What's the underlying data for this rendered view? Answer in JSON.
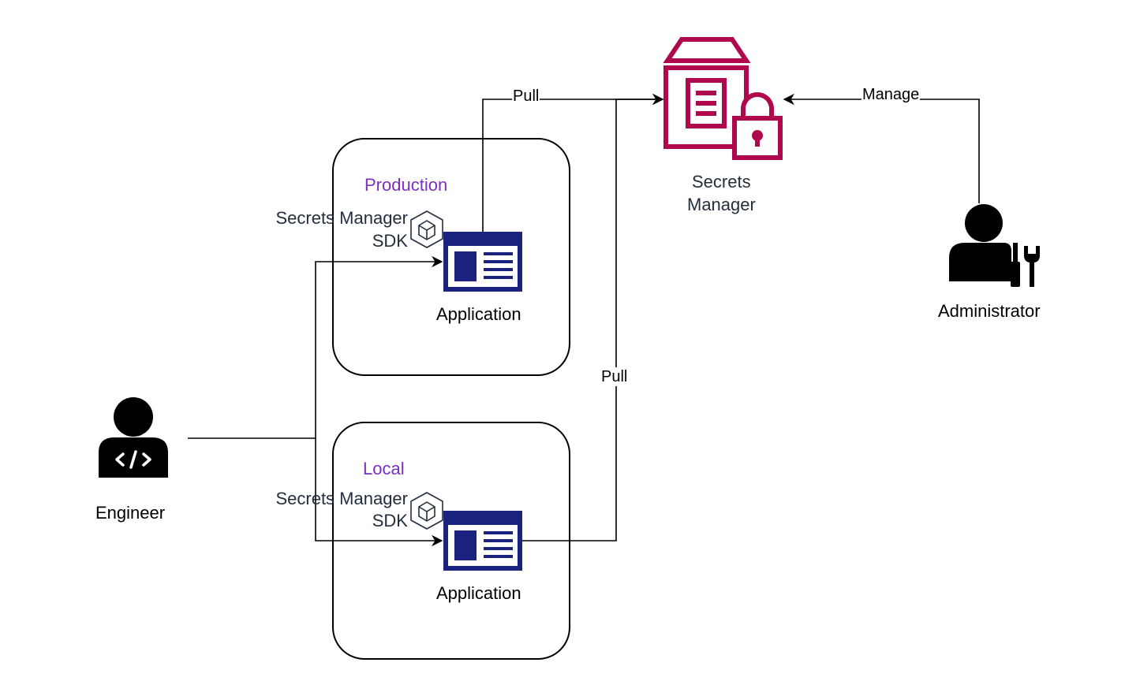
{
  "environments": {
    "production": {
      "title": "Production",
      "sdk_line1": "Secrets Manager",
      "sdk_line2": "SDK",
      "app_label": "Application"
    },
    "local": {
      "title": "Local",
      "sdk_line1": "Secrets Manager",
      "sdk_line2": "SDK",
      "app_label": "Application"
    }
  },
  "actors": {
    "engineer": {
      "label": "Engineer",
      "icon": "engineer-code-icon"
    },
    "administrator": {
      "label": "Administrator",
      "icon": "admin-tools-icon"
    }
  },
  "service": {
    "line1": "Secrets",
    "line2": "Manager",
    "icon": "secrets-manager-icon"
  },
  "edges": {
    "pull_top": "Pull",
    "pull_side": "Pull",
    "manage": "Manage"
  },
  "colors": {
    "service": "#b0084d",
    "app": "#1a237e",
    "env_text": "#7b2fbe",
    "sdk_icon": "#232f3e"
  }
}
